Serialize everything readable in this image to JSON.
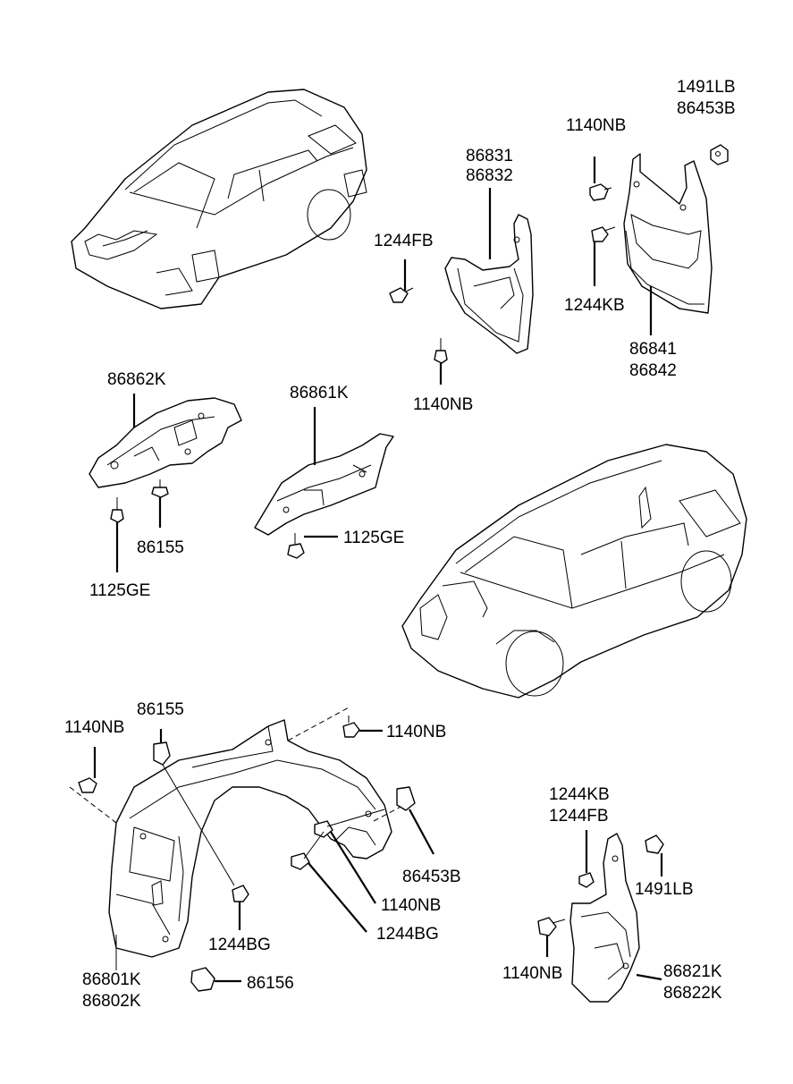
{
  "labels": {
    "top_right_1491LB": "1491LB",
    "top_right_86453B": "86453B",
    "top_right_1140NB": "1140NB",
    "mud_86831": "86831",
    "mud_86832": "86832",
    "top_1244FB": "1244FB",
    "top_1244KB": "1244KB",
    "mud_86841": "86841",
    "mud_86842": "86842",
    "mid_1140NB": "1140NB",
    "mid_86862K": "86862K",
    "mid_86861K": "86861K",
    "mid_86155": "86155",
    "mid_1125GE_right": "1125GE",
    "mid_1125GE_left": "1125GE",
    "bot_86155": "86155",
    "bot_1140NB_left": "1140NB",
    "bot_1140NB_right": "1140NB",
    "bot_86453B": "86453B",
    "bot_1140NB_center": "1140NB",
    "bot_1244BG_center": "1244BG",
    "bot_1244BG_left": "1244BG",
    "bot_86801K": "86801K",
    "bot_86802K": "86802K",
    "bot_86156": "86156",
    "br_1244KB": "1244KB",
    "br_1244FB": "1244FB",
    "br_1491LB": "1491LB",
    "br_1140NB": "1140NB",
    "br_86821K": "86821K",
    "br_86822K": "86822K"
  }
}
